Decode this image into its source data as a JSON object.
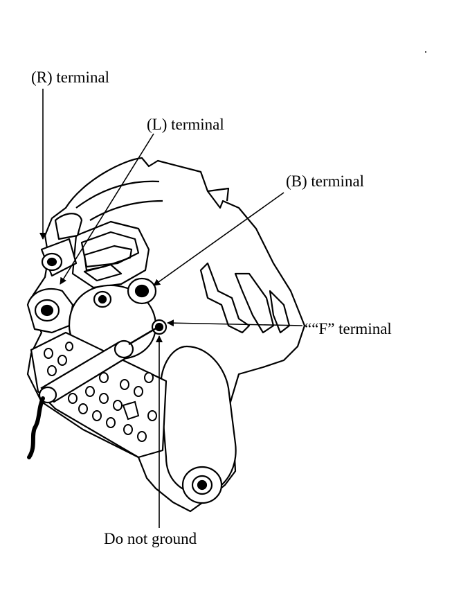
{
  "labels": {
    "r_terminal": "(R) terminal",
    "l_terminal": "(L) terminal",
    "b_terminal": "(B) terminal",
    "f_terminal": "““F” terminal",
    "do_not_ground": "Do not ground"
  },
  "colors": {
    "ink": "#000000",
    "paper": "#ffffff"
  }
}
